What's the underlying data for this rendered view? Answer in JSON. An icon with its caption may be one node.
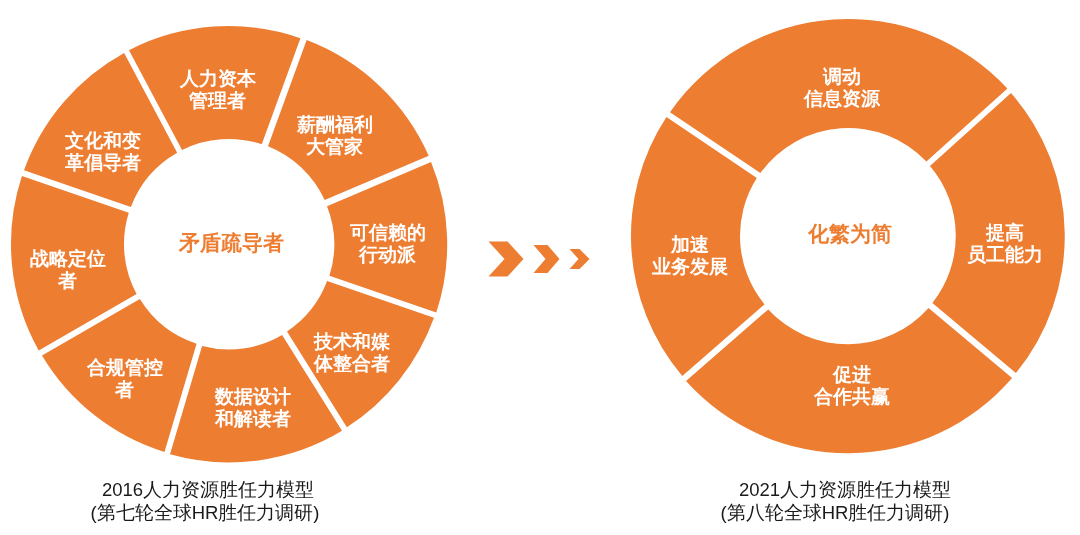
{
  "diagram": {
    "nodes": [
      {
        "text": [
          "矛盾疏导者"
        ]
      },
      {
        "text": [
          "人力资本管理者"
        ]
      },
      {
        "text": [
          "薪酬福利大管家"
        ]
      },
      {
        "text": [
          "可信赖的行动派"
        ]
      },
      {
        "text": [
          "技术和媒体整合者"
        ]
      },
      {
        "text": [
          "数据设计和解读者"
        ]
      },
      {
        "text": [
          "合规管控者"
        ]
      },
      {
        "text": [
          "战略定位者"
        ]
      },
      {
        "text": [
          "文化和变革倡导者"
        ]
      },
      {
        "text": [
          "化繁为简"
        ]
      },
      {
        "text": [
          "调动信息资源"
        ]
      },
      {
        "text": [
          "提高员工能力"
        ]
      },
      {
        "text": [
          "促进合作共赢"
        ]
      },
      {
        "text": [
          "加速业务发展"
        ]
      }
    ],
    "edges": [
      {
        "from": 3,
        "to": 13,
        "arrow": "to"
      }
    ],
    "labels": [
      "2016人力资源胜任力模型",
      "(第七轮全球HR胜任力调研)",
      "2021人力资源胜任力模型",
      "(第八轮全球HR胜任力调研)"
    ]
  }
}
